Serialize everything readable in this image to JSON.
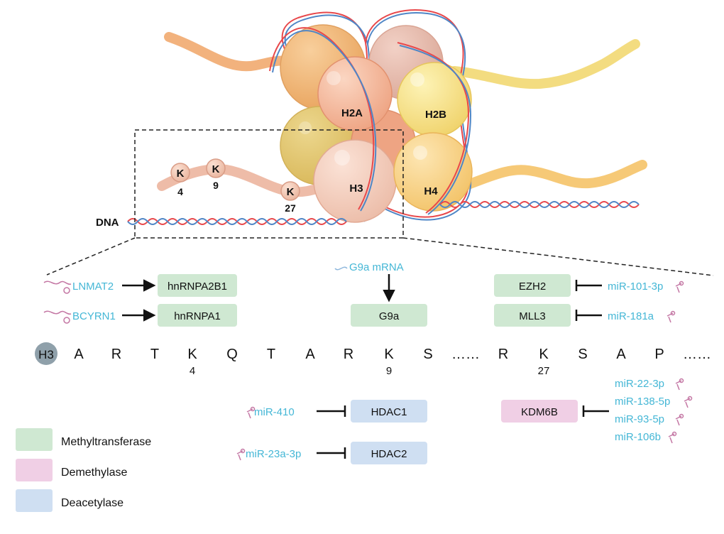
{
  "colors": {
    "methyltransferase": "#cfe8d2",
    "demethylase": "#f0cfe5",
    "deacetylase": "#cfdff2",
    "rna_text": "#45b7d6",
    "mirna_hairpin": "#c477a4",
    "dna_red": "#e8484b",
    "dna_blue": "#4f86c6",
    "h3_badge": "#8fa0aa"
  },
  "nucleosome": {
    "h2a": "H2A",
    "h2b": "H2B",
    "h3": "H3",
    "h4": "H4",
    "dna": "DNA",
    "k_letter": "K",
    "k_sites": [
      "4",
      "9",
      "27"
    ]
  },
  "sequence": {
    "badge": "H3",
    "residues": [
      "A",
      "R",
      "T",
      "K",
      "Q",
      "T",
      "A",
      "R",
      "K",
      "S",
      "……",
      "R",
      "K",
      "S",
      "A",
      "P",
      "……"
    ],
    "positions": [
      "4",
      "9",
      "27"
    ]
  },
  "regulators": {
    "lnmat2": "LNMAT2",
    "bcyrn1": "BCYRN1",
    "hnrnpa2b1": "hnRNPA2B1",
    "hnrnpa1": "hnRNPA1",
    "g9a_mrna": "G9a mRNA",
    "g9a": "G9a",
    "ezh2": "EZH2",
    "mll3": "MLL3",
    "mir_101_3p": "miR-101-3p",
    "mir_181a": "miR-181a",
    "mir_410": "miR-410",
    "hdac1": "HDAC1",
    "mir_23a_3p": "miR-23a-3p",
    "hdac2": "HDAC2",
    "kdm6b": "KDM6B",
    "mir_22_3p": "miR-22-3p",
    "mir_138_5p": "miR-138-5p",
    "mir_93_5p": "miR-93-5p",
    "mir_106b": "miR-106b"
  },
  "legend": [
    {
      "label": "Methyltransferase",
      "color": "#cfe8d2"
    },
    {
      "label": "Demethylase",
      "color": "#f0cfe5"
    },
    {
      "label": "Deacetylase",
      "color": "#cfdff2"
    }
  ]
}
